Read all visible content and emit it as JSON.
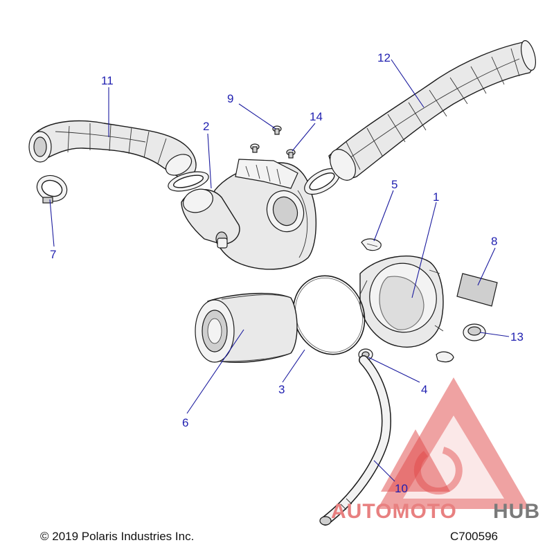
{
  "callouts": {
    "c1": "1",
    "c2": "2",
    "c3": "3",
    "c4": "4",
    "c5": "5",
    "c6": "6",
    "c7": "7",
    "c8": "8",
    "c9": "9",
    "c10": "10",
    "c11": "11",
    "c12": "12",
    "c13": "13",
    "c14": "14"
  },
  "footer": {
    "copyright": "© 2019 Polaris Industries Inc.",
    "code": "C700596"
  },
  "watermark": {
    "brand_red": "AUTOMOTO",
    "brand_grey": "HUB",
    "color": "#e04545"
  },
  "colors": {
    "callout": "#1f1fb0",
    "leader": "#1a1a9e"
  }
}
